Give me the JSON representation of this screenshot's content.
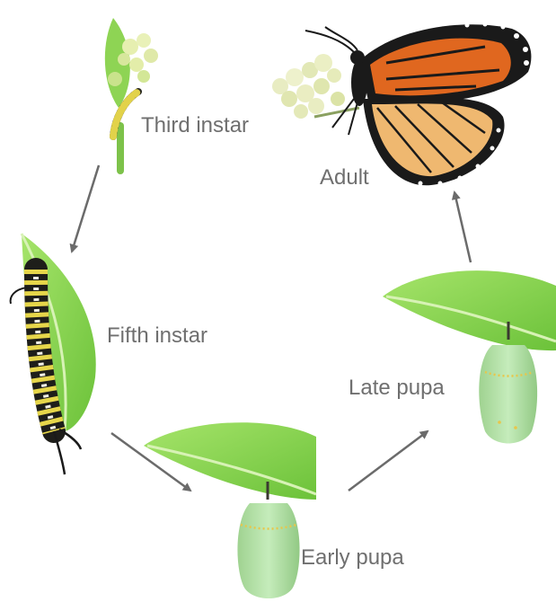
{
  "labels": {
    "third_instar": "Third instar",
    "fifth_instar": "Fifth instar",
    "early_pupa": "Early pupa",
    "late_pupa": "Late pupa",
    "adult": "Adult"
  },
  "colors": {
    "leaf_green": "#8fd94e",
    "leaf_vein": "#d7f2b5",
    "chrysalis_green": "#a8dc9a",
    "wing_orange": "#e58a2a",
    "wing_black": "#1a1a1a",
    "caterpillar_yellow": "#e6d64a",
    "arrow_gray": "#6b6b6b",
    "label_gray": "#6f6f6f"
  },
  "icons": [
    "milkweed-bud-icon",
    "caterpillar-icon",
    "leaf-icon",
    "chrysalis-icon",
    "monarch-butterfly-icon",
    "cycle-arrow-icon"
  ]
}
